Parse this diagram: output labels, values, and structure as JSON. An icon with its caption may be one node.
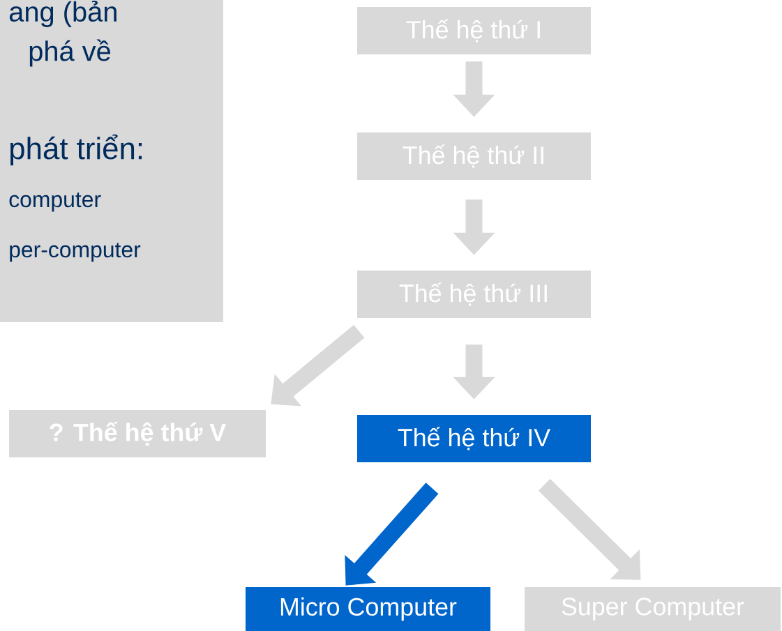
{
  "diagram": {
    "nodes": [
      {
        "text": [
          "ang (bản",
          "phá về",
          "phát triển:",
          "computer",
          "per-computer"
        ]
      },
      {
        "text": [
          "Thế hệ thứ I"
        ]
      },
      {
        "text": [
          "Thế hệ thứ II"
        ]
      },
      {
        "text": [
          "Thế hệ thứ III"
        ]
      },
      {
        "text": [
          "? Thế hệ thứ V"
        ]
      },
      {
        "text": [
          "Thế hệ thứ IV"
        ]
      },
      {
        "text": [
          "Micro Computer"
        ]
      },
      {
        "text": [
          "Super Computer"
        ]
      }
    ],
    "edges": [
      {
        "from": 1,
        "to": 2,
        "arrow": "to"
      },
      {
        "from": 2,
        "to": 3,
        "arrow": "to"
      },
      {
        "from": 3,
        "to": 5,
        "arrow": "to"
      },
      {
        "from": 3,
        "to": 4,
        "arrow": "to"
      },
      {
        "from": 5,
        "to": 6,
        "arrow": "to",
        "color": "#0066cc"
      },
      {
        "from": 5,
        "to": 7,
        "arrow": "to"
      }
    ]
  }
}
